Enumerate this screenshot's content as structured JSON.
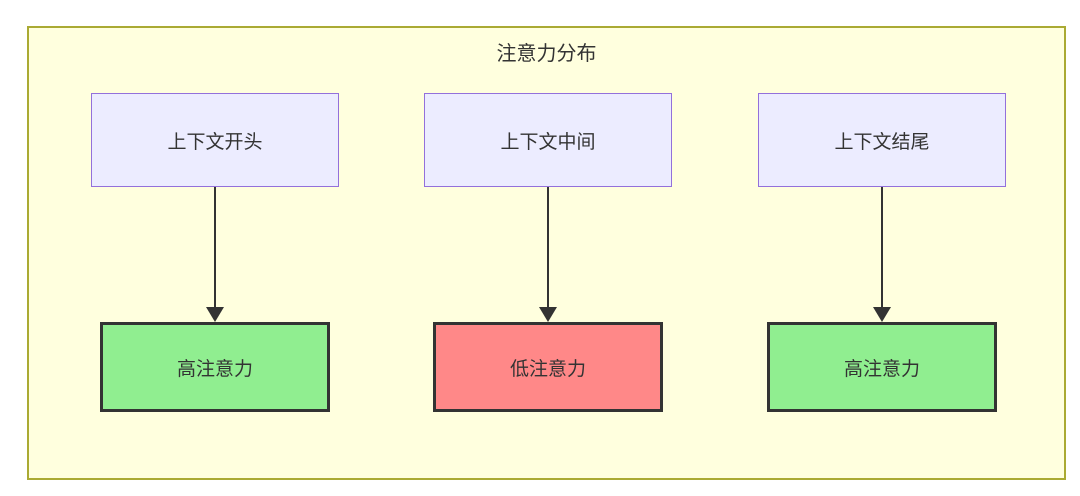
{
  "diagram": {
    "title": "注意力分布",
    "columns": [
      {
        "source": "上下文开头",
        "target": "高注意力",
        "level": "high"
      },
      {
        "source": "上下文中间",
        "target": "低注意力",
        "level": "low"
      },
      {
        "source": "上下文结尾",
        "target": "高注意力",
        "level": "high"
      }
    ],
    "colors": {
      "frame_bg": "#ffffde",
      "frame_border": "#aaaa33",
      "source_bg": "#ececff",
      "source_border": "#9370db",
      "high_bg": "#90ee90",
      "low_bg": "#ff8888",
      "target_border": "#333333",
      "arrow": "#333333",
      "text": "#333333",
      "page_bg": "#ffffff"
    }
  }
}
